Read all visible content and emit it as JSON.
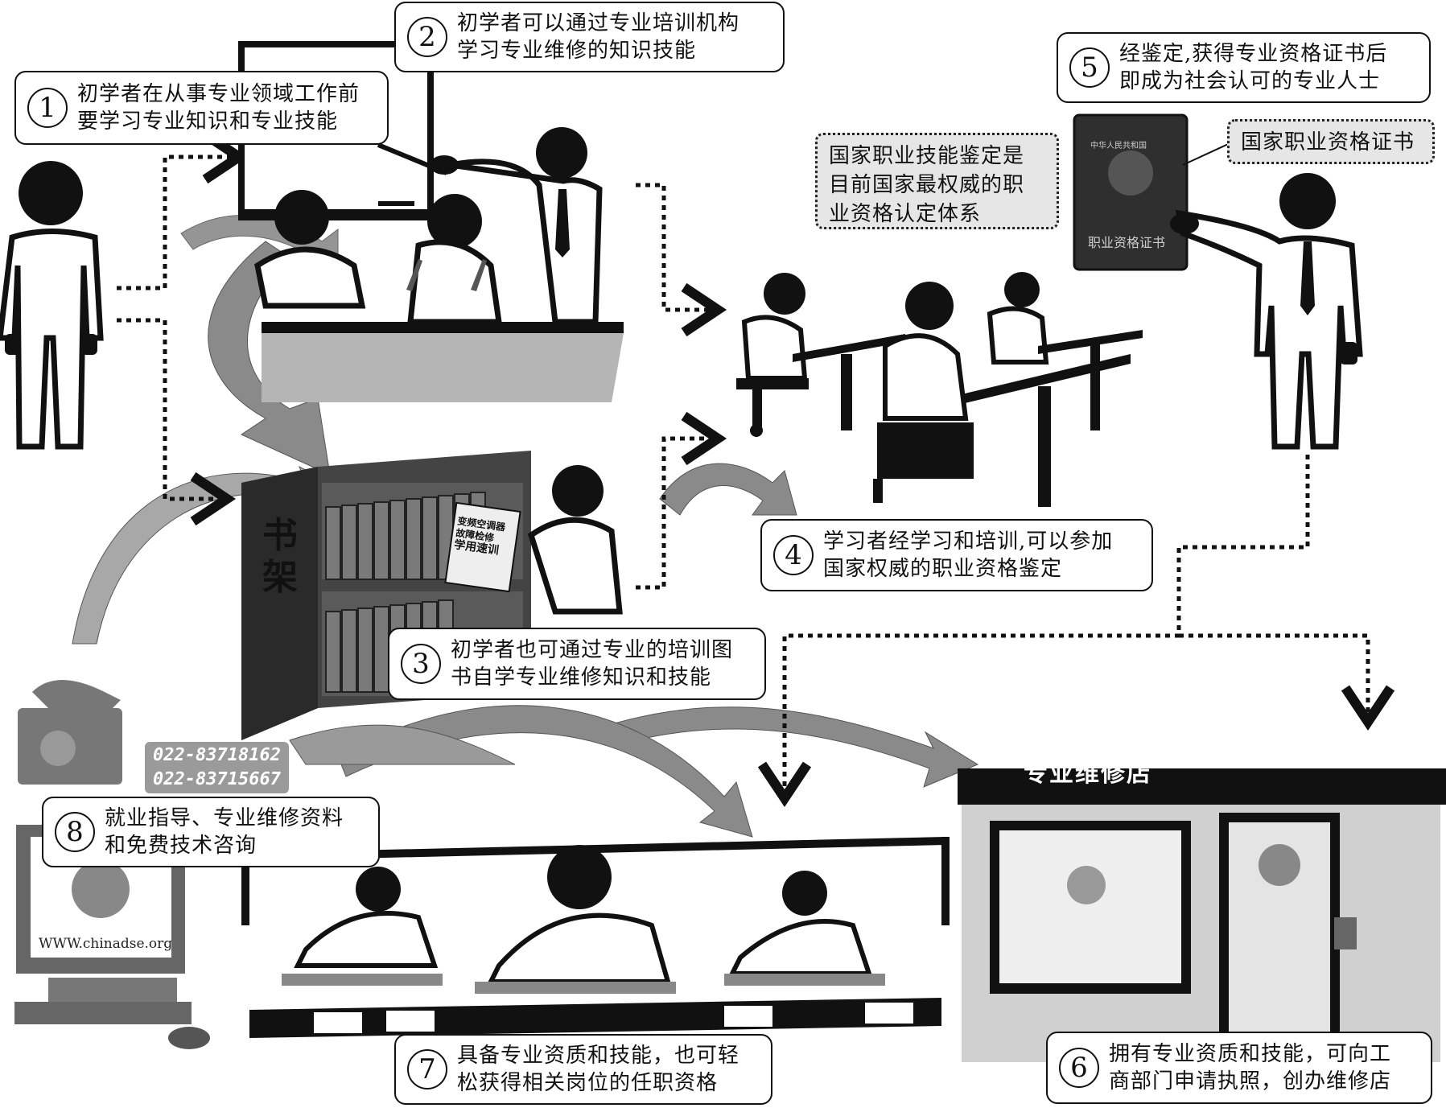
{
  "callouts": [
    {
      "num": "1",
      "lines": [
        "初学者在从事专业领域工作前",
        "要学习专业知识和专业技能"
      ]
    },
    {
      "num": "2",
      "lines": [
        "初学者可以通过专业培训机构",
        "学习专业维修的知识技能"
      ]
    },
    {
      "num": "3",
      "lines": [
        "初学者也可通过专业的培训图",
        "书自学专业维修知识和技能"
      ]
    },
    {
      "num": "4",
      "lines": [
        "学习者经学习和培训,可以参加",
        "国家权威的职业资格鉴定"
      ]
    },
    {
      "num": "5",
      "lines": [
        "经鉴定,获得专业资格证书后",
        "即成为社会认可的专业人士"
      ]
    },
    {
      "num": "6",
      "lines": [
        "拥有专业资质和技能，可向工",
        "商部门申请执照，创办维修店"
      ]
    },
    {
      "num": "7",
      "lines": [
        "具备专业资质和技能，也可轻",
        "松获得相关岗位的任职资格"
      ]
    },
    {
      "num": "8",
      "lines": [
        "就业指导、专业维修资料",
        "和免费技术咨询"
      ]
    }
  ],
  "notes": {
    "authority": [
      "国家职业技能鉴定是",
      "目前国家最权威的职",
      "业资格认定体系"
    ],
    "certificate_label": "国家职业资格证书"
  },
  "certificate": {
    "top_text": "中华人民共和国",
    "bottom_text": "职业资格证书"
  },
  "bookshelf_label": [
    "书",
    "架"
  ],
  "book_cover": [
    "变频空调器",
    "故障检修",
    "学用速训"
  ],
  "phones": [
    "022-83718162",
    "022-83715667"
  ],
  "website": "WWW.chinadse.org",
  "shop_sign": "专业维修店",
  "colors": {
    "ink": "#111111",
    "arrow_gray": "#8a8a8a",
    "desk_gray": "#b5b5b5",
    "shop_gray": "#d0d0d0"
  }
}
